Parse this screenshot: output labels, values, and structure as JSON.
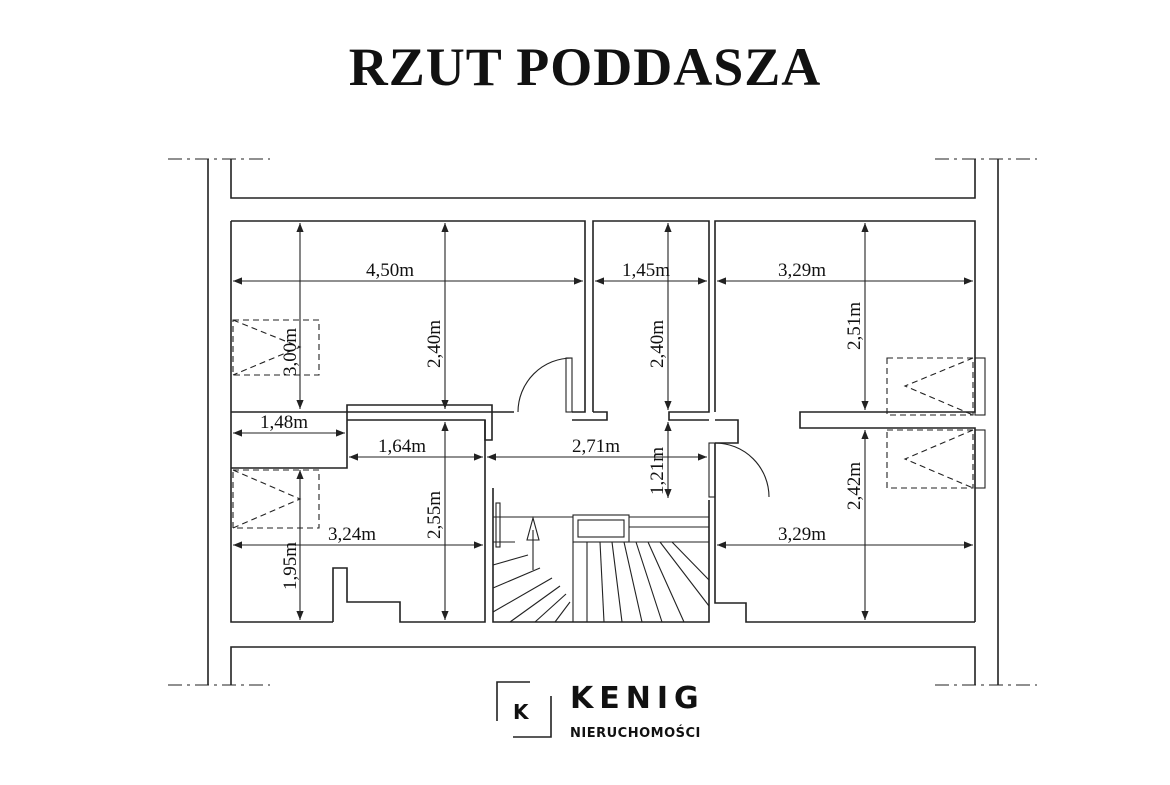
{
  "title": "RZUT PODDASZA",
  "dimensions": {
    "room_tl_width": "4,50m",
    "room_tl_height": "2,40m",
    "skylight_tl": "3,00m",
    "room_tl_step": "1,48m",
    "corridor_left": "1,64m",
    "corridor_width": "2,71m",
    "corridor_height": "1,21m",
    "bath_width": "1,45m",
    "bath_height": "2,40m",
    "room_tr_width": "3,29m",
    "room_tr_height": "2,51m",
    "room_bl_width": "3,24m",
    "room_bl_height": "2,55m",
    "skylight_bl": "1,95m",
    "room_br_width": "3,29m",
    "room_br_height": "2,42m"
  },
  "logo": {
    "letter": "K",
    "name": "KENIG",
    "subtitle": "NIERUCHOMOŚCI"
  }
}
